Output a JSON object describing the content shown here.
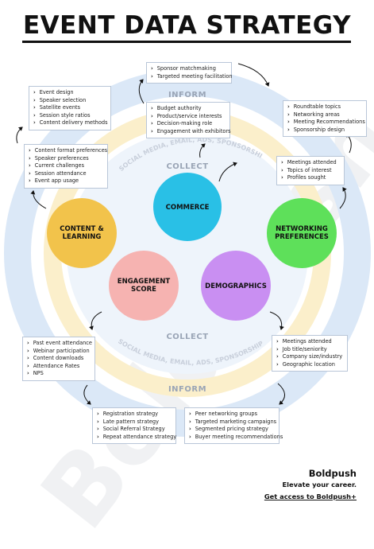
{
  "title": "EVENT DATA STRATEGY",
  "circles": {
    "commerce": "COMMERCE",
    "content_learning": [
      "CONTENT &",
      "LEARNING"
    ],
    "networking": [
      "NETWORKING",
      "PREFERENCES"
    ],
    "engagement": [
      "ENGAGEMENT",
      "SCORE"
    ],
    "demographics": "DEMOGRAPHICS"
  },
  "stage_words": {
    "inform_top": "INFORM",
    "collect_top": "COLLECT",
    "collect_bottom": "COLLECT",
    "inform_bottom": "INFORM"
  },
  "ring_text": {
    "top": "SOCIAL MEDIA, EMAIL, ADS, SPONSORSHIP SALES",
    "bottom": "SOCIAL MEDIA, EMAIL, ADS, SPONSORSHIP SALES"
  },
  "boxes": {
    "sponsor_inform": [
      "Sponsor matchmaking",
      "Targeted meeting facilitation"
    ],
    "content_inform": [
      "Event design",
      "Speaker selection",
      "Satellite events",
      "Session style ratios",
      "Content delivery methods"
    ],
    "commerce_collect": [
      "Budget authority",
      "Product/service interests",
      "Decision-making role",
      "Engagement with exhibitors"
    ],
    "networking_inform": [
      "Roundtable topics",
      "Networking areas",
      "Meeting Recommendations",
      "Sponsorship design"
    ],
    "content_collect": [
      "Content format preferences",
      "Speaker preferences",
      "Current challenges",
      "Session attendance",
      "Event app usage"
    ],
    "networking_collect": [
      "Meetings attended",
      "Topics of interest",
      "Profiles sought"
    ],
    "engagement_collect": [
      "Past event attendance",
      "Webinar participation",
      "Content downloads",
      "Attendance Rates",
      "NPS"
    ],
    "demographics_collect": [
      "Meetings attended",
      "Job title/seniority",
      "Company size/industry",
      "Geographic location"
    ],
    "engagement_inform": [
      "Registration strategy",
      "Late pattern strategy",
      "Social Referral Strategy",
      "Repeat attendance strategy"
    ],
    "demographics_inform": [
      "Peer networking groups",
      "Targeted marketing campaigns",
      "Segmented pricing strategy",
      "Buyer meeting recommendations"
    ]
  },
  "brand": {
    "logo": "Boldpush",
    "tagline": "Elevate your career.",
    "cta": "Get access to Boldpush+",
    "watermark": "Boldpush"
  },
  "colors": {
    "commerce": "#29c0e6",
    "content_learning": "#f2c34b",
    "networking": "#5ee05a",
    "engagement": "#f6b3b1",
    "demographics": "#c98ff2",
    "ring_blue": "#dbe8f7",
    "ring_yellow": "#fbefcb"
  }
}
